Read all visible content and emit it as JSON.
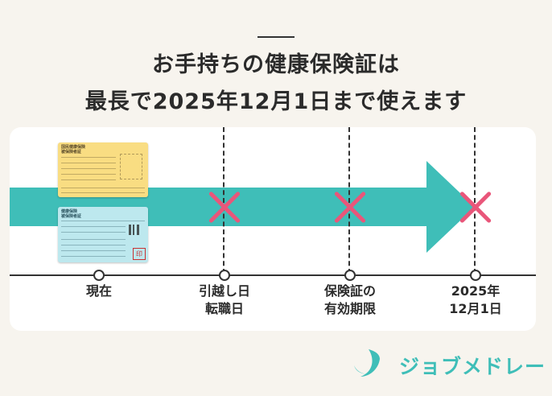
{
  "headline": {
    "line1": "お手持ちの健康保険証は",
    "line2": "最長で2025年12月1日まで使えます"
  },
  "cards": {
    "yellow_heading": "国民健康保険\n被保険者証",
    "blue_heading": "健康保険\n被保険者証",
    "seal": "印"
  },
  "timeline": {
    "points": [
      {
        "lines": [
          "現在"
        ],
        "crossed": false
      },
      {
        "lines": [
          "引越し日",
          "転職日"
        ],
        "crossed": true
      },
      {
        "lines": [
          "保険証の",
          "有効期限"
        ],
        "crossed": true
      },
      {
        "lines": [
          "2025年",
          "12月1日"
        ],
        "crossed": true
      }
    ]
  },
  "brand": {
    "name": "ジョブメドレー"
  },
  "colors": {
    "background": "#f7f4ee",
    "panel": "#ffffff",
    "accent_teal": "#3fbeb8",
    "cross_pink": "#e9567a",
    "card_yellow": "#f9dd82",
    "card_blue": "#bde8ee"
  }
}
